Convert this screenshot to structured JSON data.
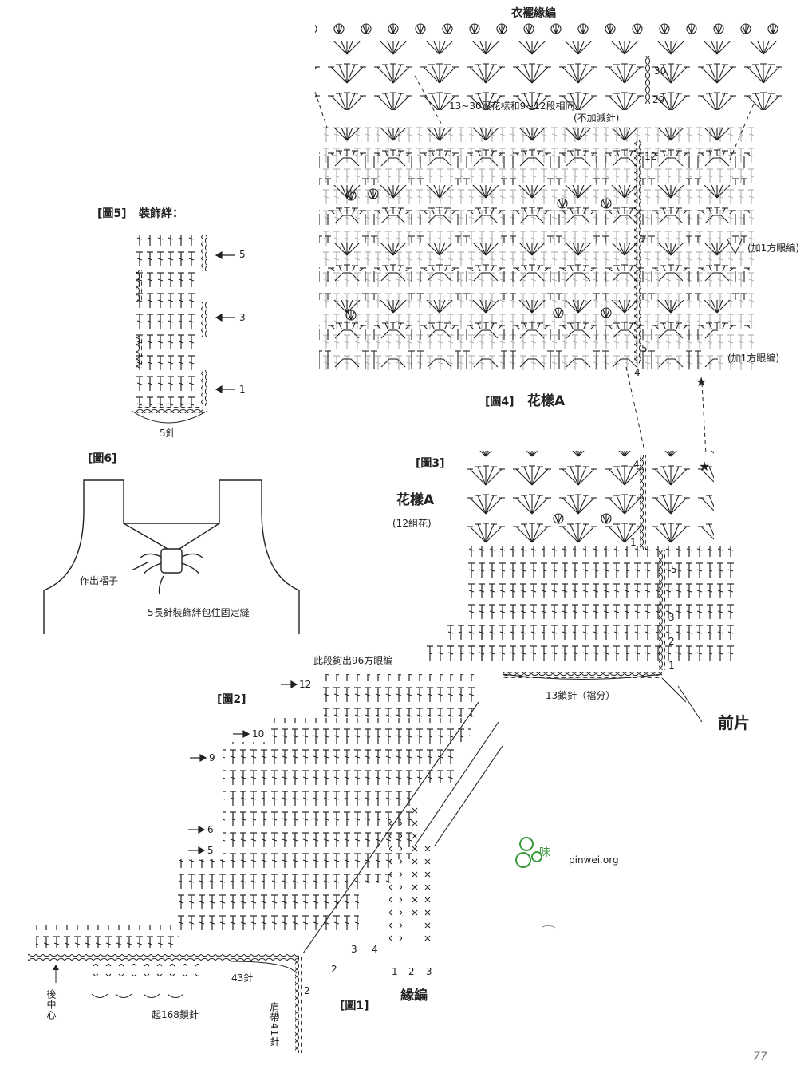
{
  "labels": {
    "hem_edging": "衣襬緣編",
    "rows_13_30_note": "13~30段花樣和9~12段相同",
    "no_inc_dec": "(不加減針)",
    "add_mesh_1": "(加1方眼編)",
    "add_mesh_2": "(加1方眼編)",
    "fig4_tag": "[圖4]",
    "fig4_title": "花樣A",
    "fig3_tag": "[圖3]",
    "fig3_title": "花樣A",
    "fig3_sub": "(12組花)",
    "fig5_tag": "[圖5]",
    "fig5_title": "裝飾絆：",
    "fig5_stitches": "5針",
    "fig6_tag": "[圖6]",
    "pleat_label": "作出褶子",
    "fix_label": "5長針裝飾絆包住固定縫",
    "row_96_note": "此段鉤出96方眼編",
    "fig2_tag": "[圖2]",
    "crotch_note": "13鎖針（襠分）",
    "front_piece": "前片",
    "start_chain": "起168鎖針",
    "back_center": "後中心",
    "st43": "43針",
    "strap": "肩帶41針",
    "fig1_tag": "[圖1]",
    "edging": "緣編",
    "page_number": "77",
    "watermark_site": "pinwei.org",
    "watermark_char": "味"
  },
  "row_numbers": {
    "hem": [
      "30",
      "29"
    ],
    "fig4": [
      "12",
      "9",
      "5",
      "4"
    ],
    "fig3_left": [
      "4",
      "1"
    ],
    "fig3_right": [
      "5",
      "3",
      "2",
      "1"
    ],
    "fig2": [
      "12",
      "10",
      "9",
      "6",
      "5"
    ],
    "fig5": [
      "5",
      "3",
      "1"
    ],
    "edging_bottom": [
      "2",
      "4",
      "3",
      "2",
      "1",
      "2",
      "3"
    ]
  },
  "colors": {
    "ink": "#222222",
    "watermark_green": "#3a9a3a"
  }
}
